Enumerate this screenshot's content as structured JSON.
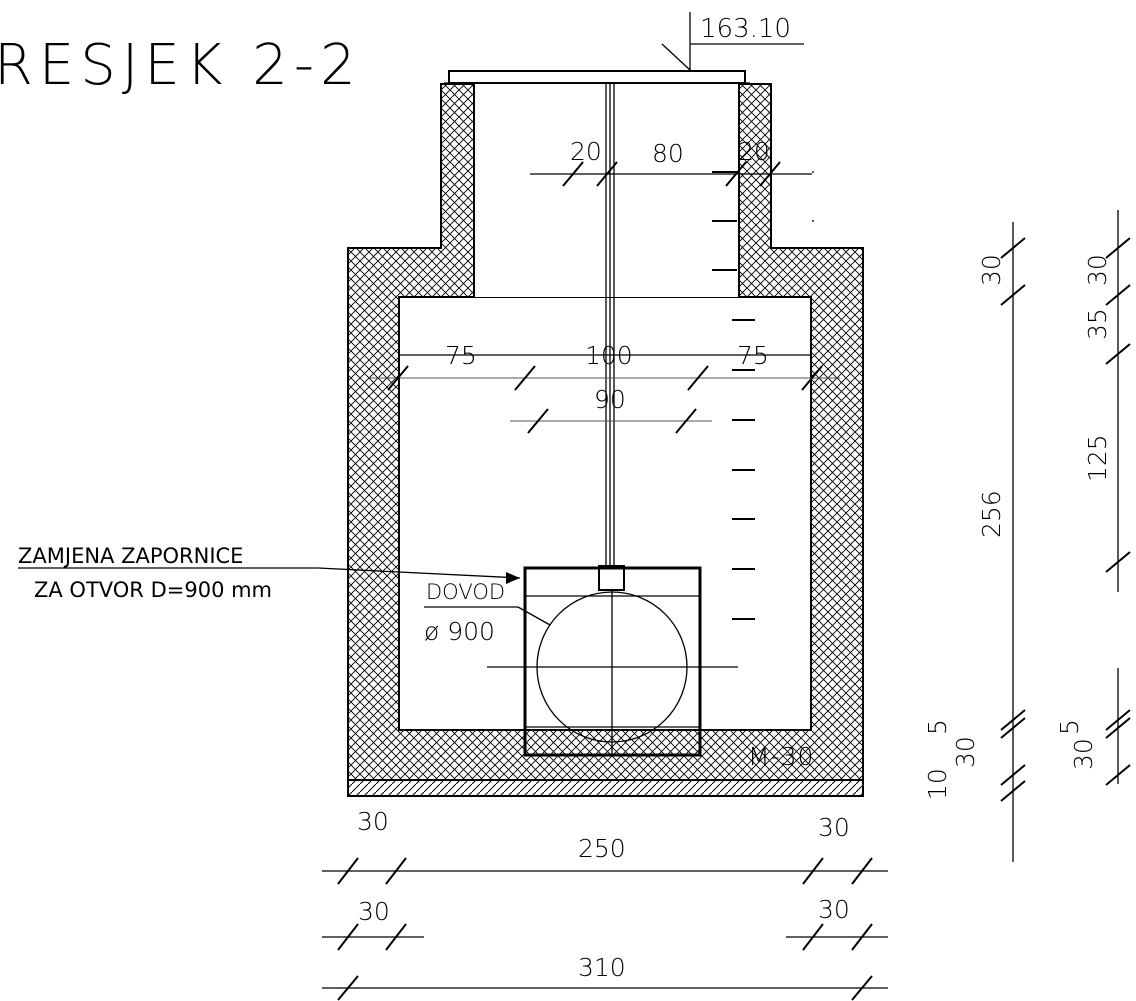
{
  "title": "RESJEK 2-2",
  "elevation": "163.10",
  "gate_label": {
    "line1": "ZAMJENA ZAPORNICE",
    "line2": "ZA OTVOR D=900 mm"
  },
  "pipe": {
    "inflow_label": "DOVOD",
    "diameter_label": "ø 900"
  },
  "concrete_grade": "M-30",
  "dims_top": {
    "left_wall": "20",
    "opening": "80",
    "right_wall": "20"
  },
  "dims_inner": {
    "left": "75",
    "middle": "100",
    "right": "75",
    "gate_width": "90"
  },
  "dims_bottom": {
    "wall_left_1": "30",
    "inner_width": "250",
    "wall_right_1": "30",
    "wall_left_2": "30",
    "wall_right_2": "30",
    "total_width": "310"
  },
  "dims_vertical_left": {
    "top_slab": "30",
    "inner_height": "256",
    "a": "5",
    "b": "30",
    "c": "10"
  },
  "dims_vertical_right": {
    "top_slab": "30",
    "upper": "35",
    "gate_height": "125",
    "a": "5",
    "b": "30"
  },
  "colors": {
    "line": "#000000",
    "hatch": "#000000",
    "background": "#ffffff"
  }
}
